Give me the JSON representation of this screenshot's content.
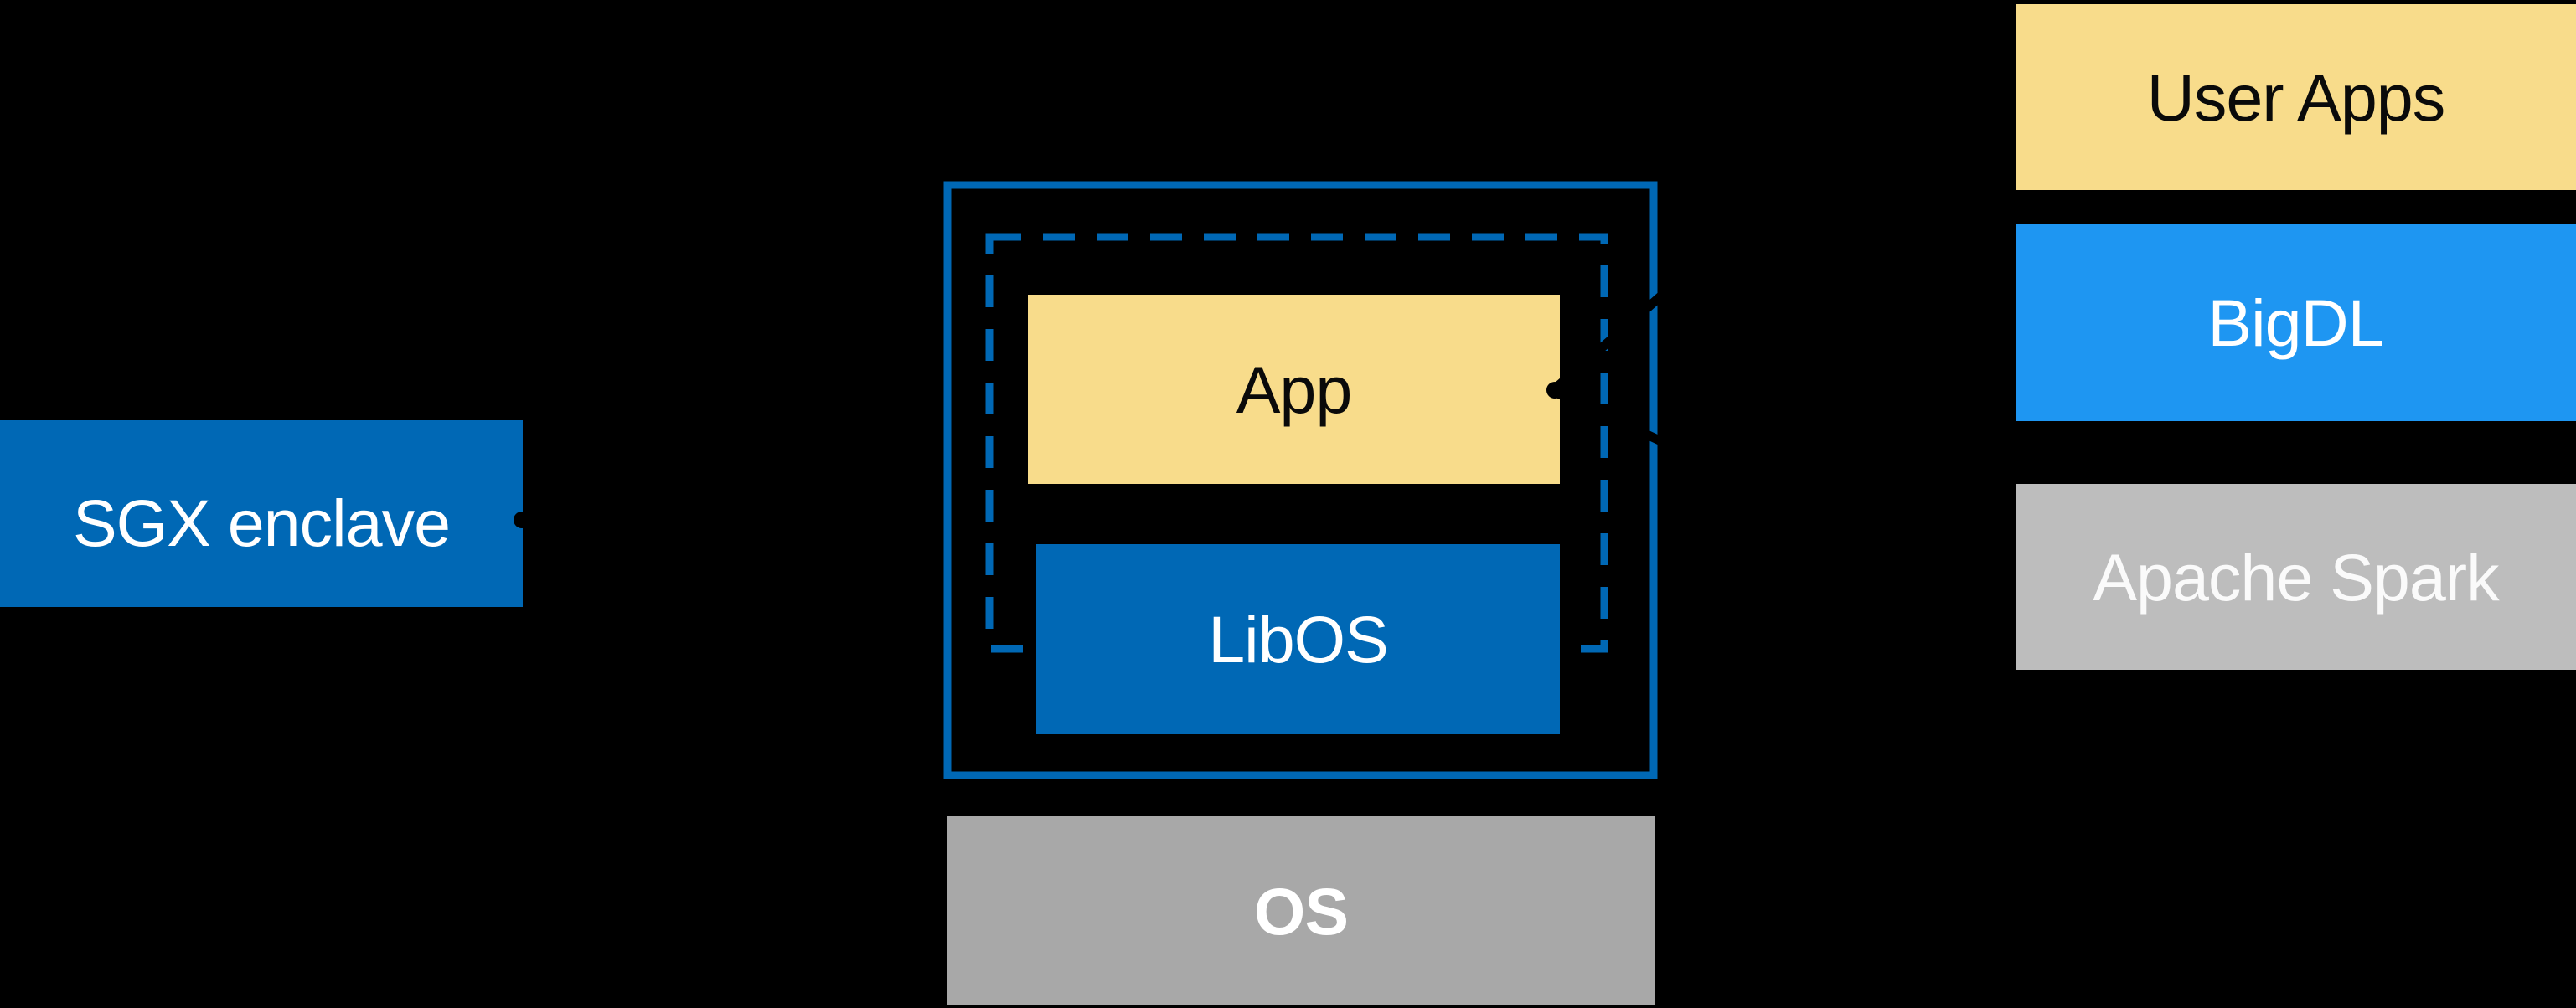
{
  "diagram": {
    "title_semantic": "SGX enclave LibOS architecture diagram",
    "background": "#000000",
    "sgx_box": {
      "label": "SGX enclave",
      "fill": "#0068B5",
      "text_color": "#FFFFFF"
    },
    "enclave_container": {
      "border_color": "#0068B5",
      "dashed_border_color": "#0068B5"
    },
    "app_box": {
      "label": "App",
      "fill": "#F8DC8B",
      "text_color": "#0A0A0A"
    },
    "libos_box": {
      "label": "LibOS",
      "fill": "#0068B5",
      "text_color": "#FFFFFF"
    },
    "os_box": {
      "label": "OS",
      "fill": "#A8A8A8",
      "text_color": "#FFFFFF"
    },
    "stack": {
      "user_apps": {
        "label": "User Apps",
        "fill": "#F8DC8B",
        "text_color": "#0A0A0A"
      },
      "bigdl": {
        "label": "BigDL",
        "fill": "#1E96F2",
        "text_color": "#FFFFFF"
      },
      "spark": {
        "label": "Apache Spark",
        "fill": "#BDBDBD",
        "text_color": "#FAFAFA"
      }
    },
    "connectors": {
      "color": "#000000"
    }
  }
}
